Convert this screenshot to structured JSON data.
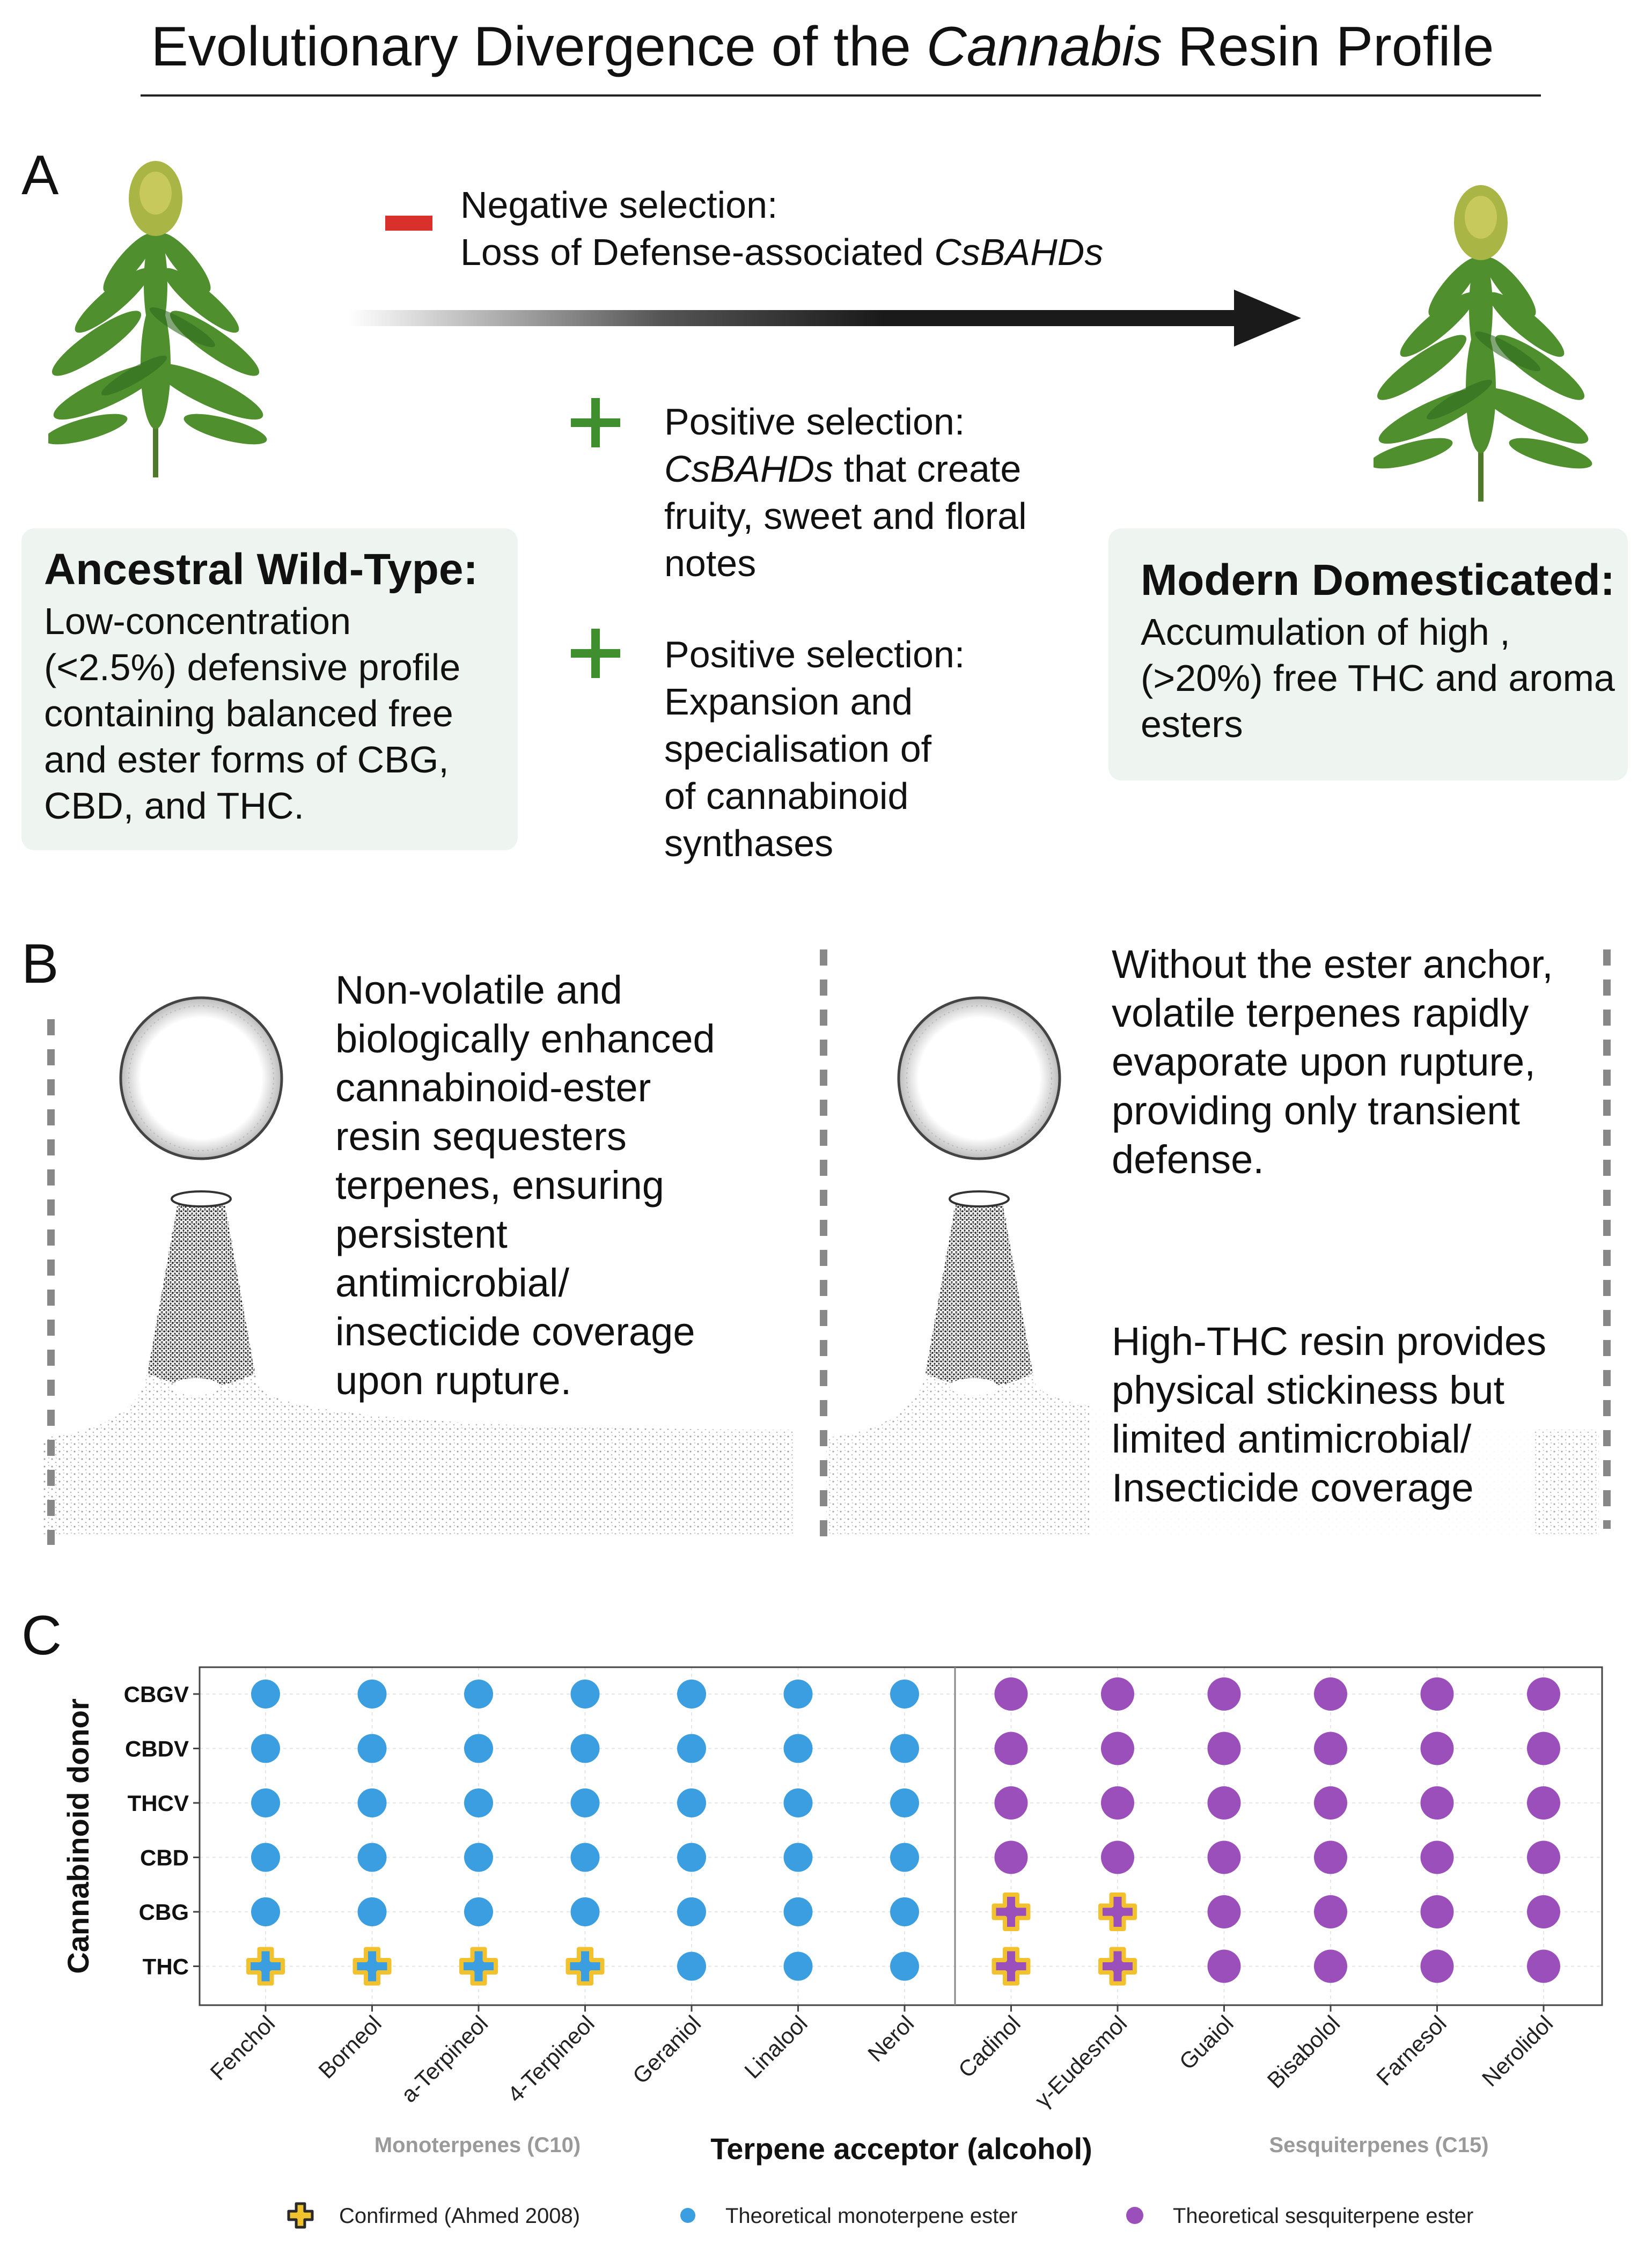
{
  "title": {
    "prefix": "Evolutionary Divergence of the ",
    "italic": "Cannabis",
    "suffix": " Resin Profile"
  },
  "panel_a": {
    "letter": "A",
    "negative_selection": {
      "line1": "Negative selection:",
      "line2_prefix": "Loss of Defense-associated ",
      "line2_italic": "CsBAHDs",
      "color": "#d9302c"
    },
    "positive_selection_1": {
      "line1": "Positive selection:",
      "line2_italic": "CsBAHDs",
      "line2_suffix": " that create",
      "line3": "fruity, sweet and floral",
      "line4": "notes",
      "color": "#3f8f2f"
    },
    "positive_selection_2": {
      "lines": [
        "Positive selection:",
        "Expansion and",
        "specialisation of",
        "of cannabinoid",
        "synthases"
      ],
      "color": "#3f8f2f"
    },
    "ancestral": {
      "title": "Ancestral Wild-Type:",
      "lines": [
        "Low-concentration",
        "(<2.5%) defensive profile",
        "containing balanced free",
        "and ester forms of CBG,",
        "CBD, and THC."
      ]
    },
    "modern": {
      "title": "Modern Domesticated:",
      "lines": [
        "Accumulation of high ,",
        "(>20%) free THC and aroma",
        "esters"
      ]
    }
  },
  "panel_b": {
    "letter": "B",
    "left_lines": [
      "Non-volatile and",
      "biologically enhanced",
      "cannabinoid-ester",
      "resin sequesters",
      "terpenes, ensuring",
      "persistent",
      "antimicrobial/",
      "insecticide coverage",
      "upon rupture."
    ],
    "right_top_lines": [
      "Without the ester anchor,",
      "volatile terpenes rapidly",
      "evaporate upon rupture,",
      "providing only transient",
      "defense."
    ],
    "right_bottom_lines": [
      "High-THC resin provides",
      "physical stickiness but",
      "limited antimicrobial/",
      "Insecticide coverage"
    ]
  },
  "panel_c": {
    "letter": "C",
    "colors": {
      "monoterpene": "#3a9ee0",
      "sesquiterpene": "#9b4fba",
      "confirmed_fill": "#f2c12e"
    },
    "legend": {
      "confirmed": "Confirmed (Ahmed 2008)",
      "mono": "Theoretical monoterpene ester",
      "sesqui": "Theoretical sesquiterpene ester"
    }
  },
  "chart_data": {
    "type": "scatter",
    "xlabel": "Terpene acceptor (alcohol)",
    "ylabel": "Cannabinoid donor",
    "x_categories": [
      "Fenchol",
      "Borneol",
      "a-Terpineol",
      "4-Terpineol",
      "Geraniol",
      "Linalool",
      "Nerol",
      "Cadinol",
      "γ-Eudesmol",
      "Guaiol",
      "Bisabolol",
      "Farnesol",
      "Nerolidol"
    ],
    "y_categories": [
      "CBGV",
      "CBDV",
      "THCV",
      "CBD",
      "CBG",
      "THC"
    ],
    "groups": [
      {
        "name": "Monoterpenes (C10)",
        "members": [
          "Fenchol",
          "Borneol",
          "a-Terpineol",
          "4-Terpineol",
          "Geraniol",
          "Linalool",
          "Nerol"
        ]
      },
      {
        "name": "Sesquiterpenes (C15)",
        "members": [
          "Cadinol",
          "γ-Eudesmol",
          "Guaiol",
          "Bisabolol",
          "Farnesol",
          "Nerolidol"
        ]
      }
    ],
    "confirmed": [
      {
        "x": "Fenchol",
        "y": "THC"
      },
      {
        "x": "Borneol",
        "y": "THC"
      },
      {
        "x": "a-Terpineol",
        "y": "THC"
      },
      {
        "x": "4-Terpineol",
        "y": "THC"
      },
      {
        "x": "Cadinol",
        "y": "CBG"
      },
      {
        "x": "Cadinol",
        "y": "THC"
      },
      {
        "x": "γ-Eudesmol",
        "y": "CBG"
      },
      {
        "x": "γ-Eudesmol",
        "y": "THC"
      }
    ],
    "grid": true
  }
}
